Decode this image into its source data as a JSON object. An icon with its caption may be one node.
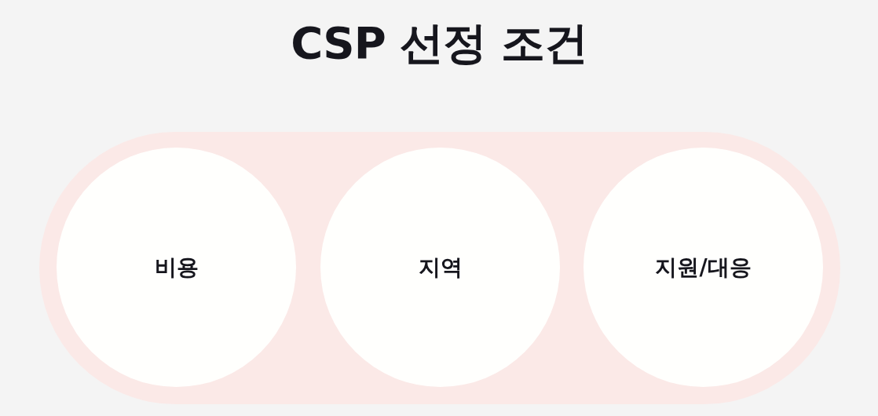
{
  "diagram": {
    "title": "CSP 선정 조건",
    "nodes": [
      {
        "text": [],
        "shape": "band"
      },
      {
        "text": [
          "비용"
        ],
        "in": 0
      },
      {
        "text": [
          "지역"
        ],
        "in": 0
      },
      {
        "text": [
          "지원/대응"
        ],
        "in": 0
      }
    ],
    "edges": []
  }
}
